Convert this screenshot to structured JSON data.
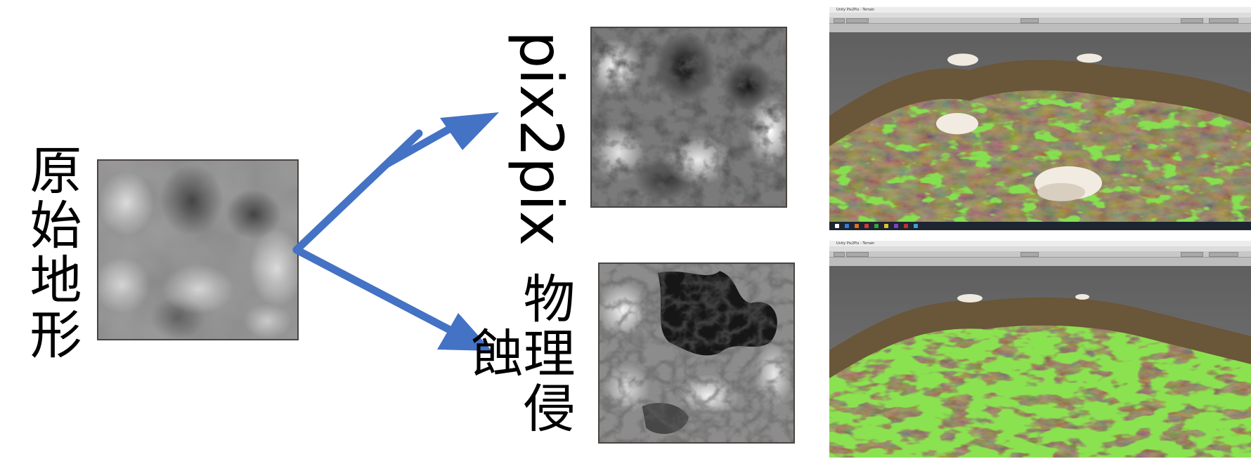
{
  "labels": {
    "original_terrain": "原始地形",
    "pix2pix": "pix2pix",
    "physical_erosion": "物理侵蝕"
  },
  "colors": {
    "arrow": "#4472c4",
    "label": "#000000",
    "frame": "#4a4440",
    "grass": "#3cbc14",
    "rock": "#6a5a3c",
    "sky": "#6b6b6b"
  },
  "screenshot_titlebar": "Unity Pix2Pix - Terrain"
}
